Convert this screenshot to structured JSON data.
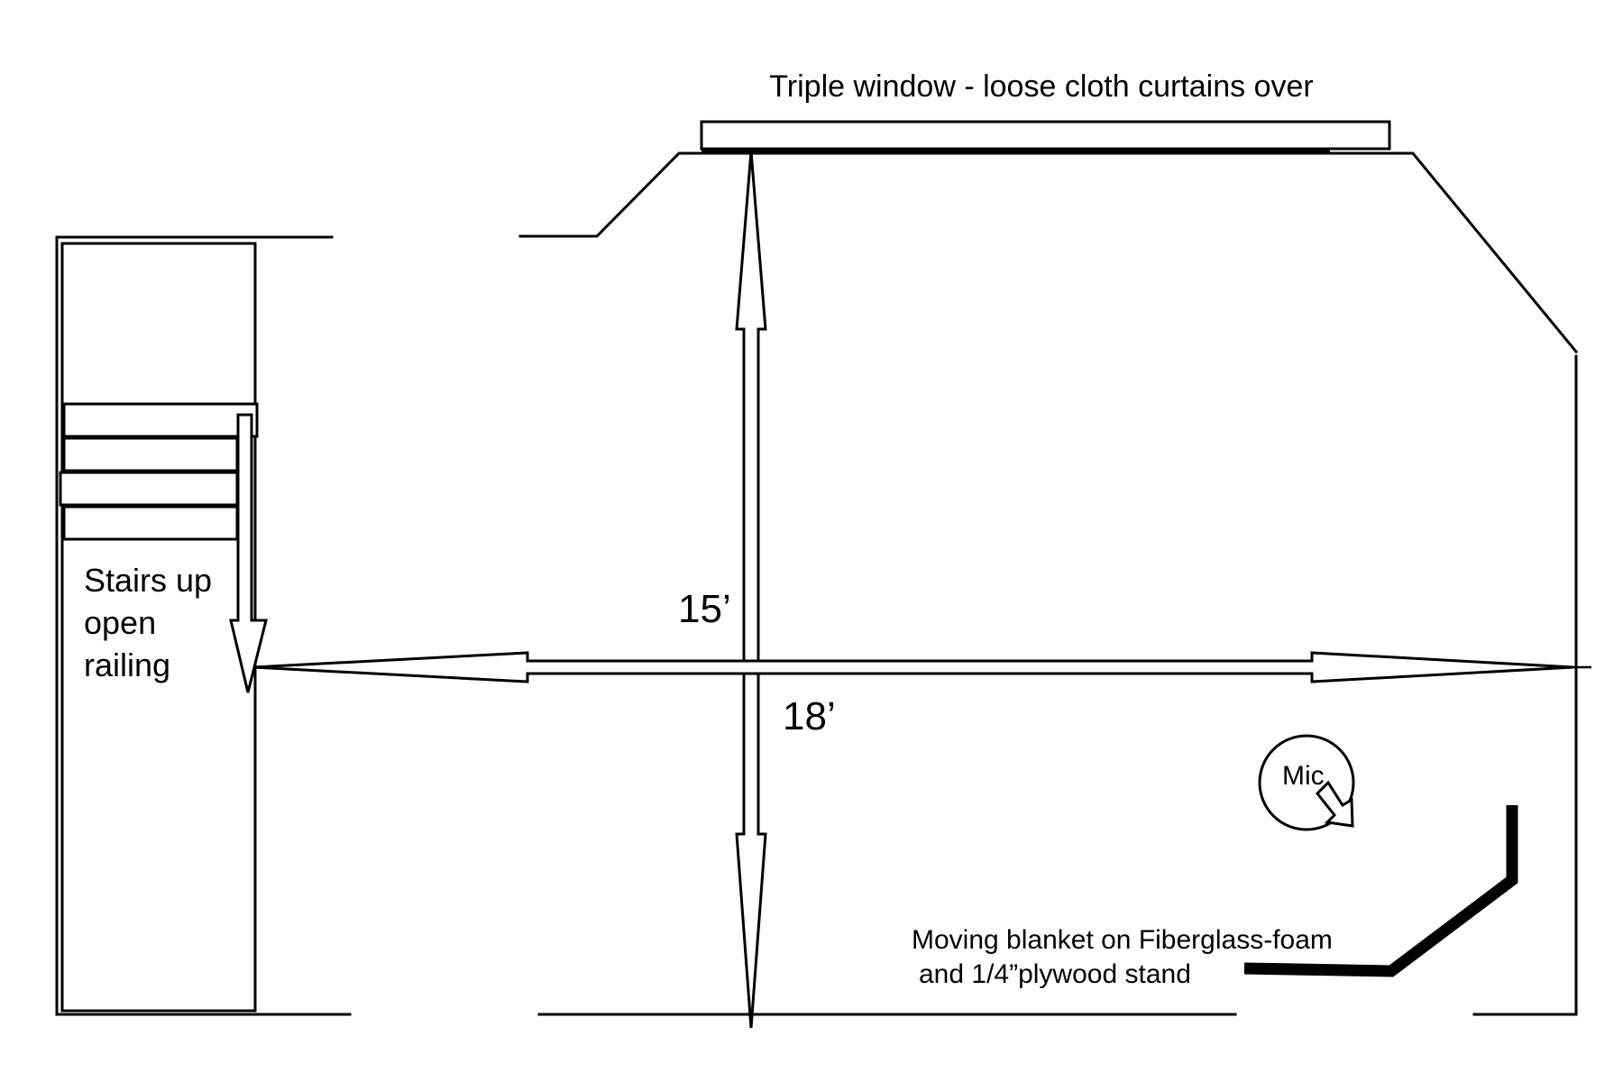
{
  "labels": {
    "window": "Triple window - loose cloth curtains over",
    "stairs_line1": "Stairs up",
    "stairs_line2": "open",
    "stairs_line3": "railing",
    "dim_vertical": "15’",
    "dim_horizontal": "18’",
    "mic": "Mic",
    "blanket_line1": "Moving blanket on Fiberglass-foam",
    "blanket_line2": "and 1/4”plywood stand"
  }
}
